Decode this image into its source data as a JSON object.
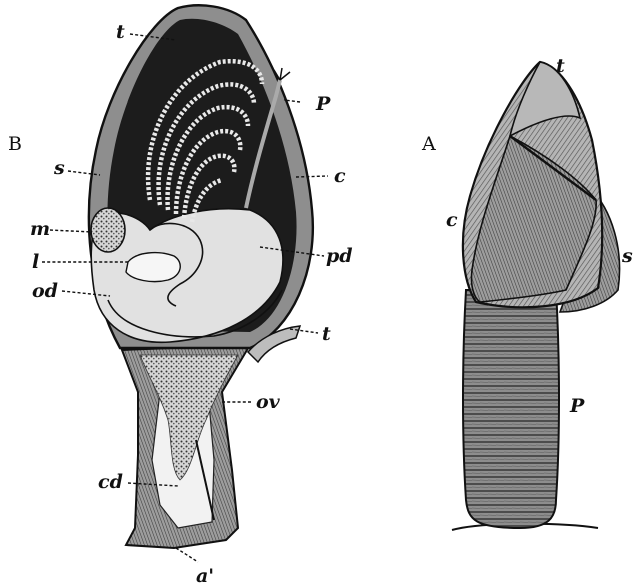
{
  "figure": {
    "panels": [
      {
        "id": "B",
        "label": "B"
      },
      {
        "id": "A",
        "label": "A"
      }
    ],
    "labels_B": {
      "t_top": "t",
      "p": "P",
      "c": "c",
      "s": "s",
      "m": "m",
      "pd": "pd",
      "l": "l",
      "od": "od",
      "t_side": "t",
      "ov": "ov",
      "cd": "cd",
      "a": "a'"
    },
    "labels_A": {
      "t": "t",
      "c": "c",
      "s": "s",
      "p": "P"
    },
    "colors": {
      "ink": "#111111",
      "dark_cavity": "#1c1c1c",
      "shell": "#8a8a8a",
      "stalk": "#7a7a7a",
      "paper": "#ffffff"
    }
  }
}
